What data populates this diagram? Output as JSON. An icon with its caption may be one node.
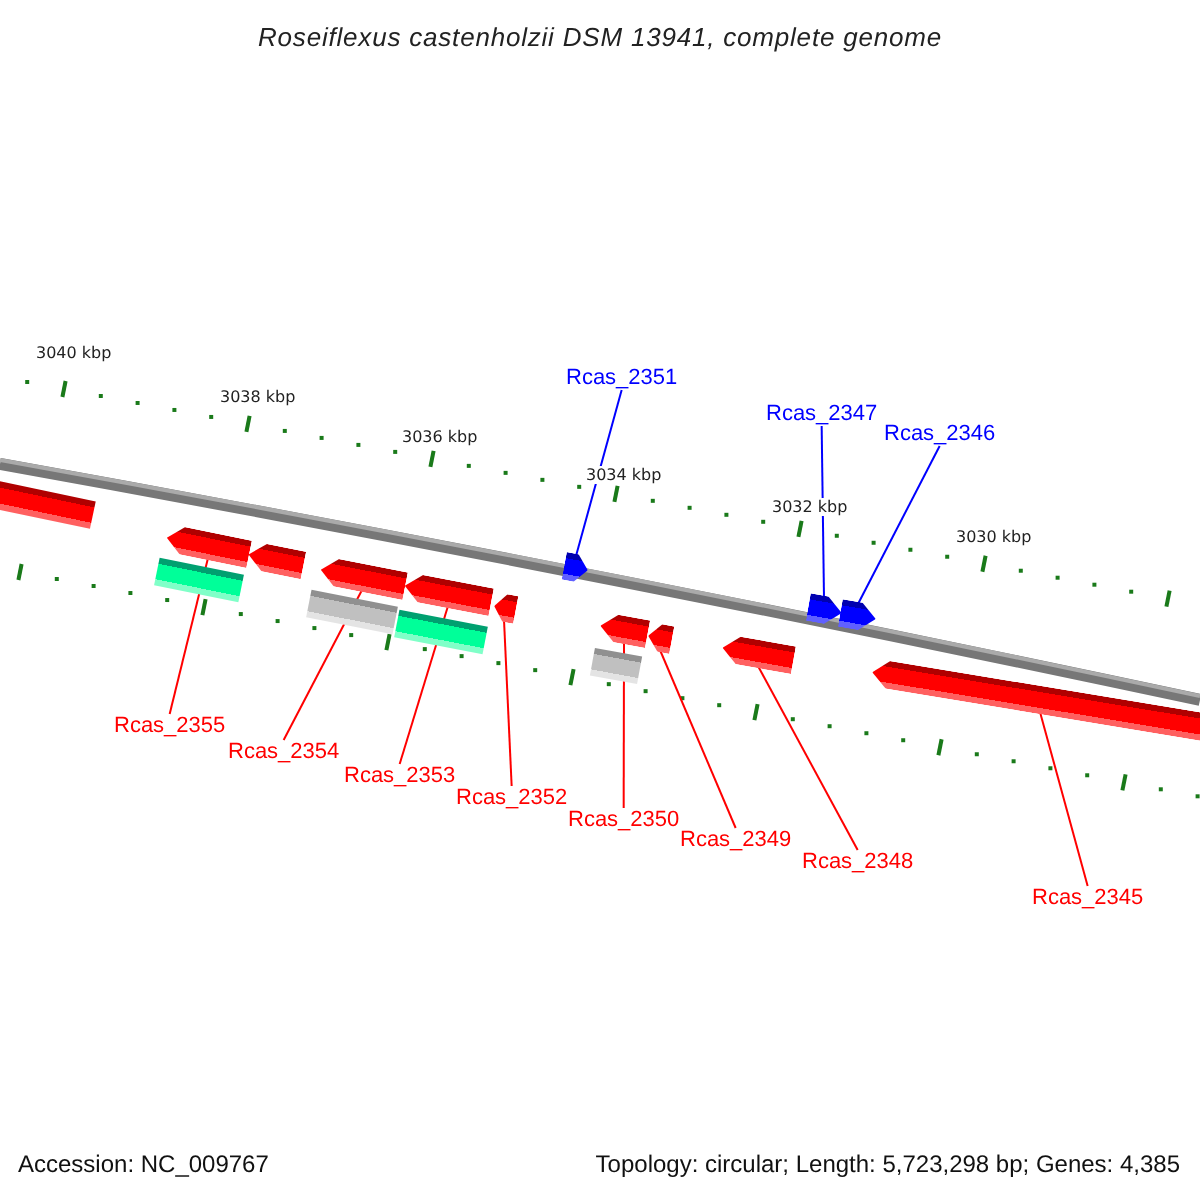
{
  "diagram": {
    "title": "Roseiflexus castenholzii DSM 13941, complete genome",
    "nodes": [
      {
        "text": [
          "Rcas_2351"
        ]
      },
      {
        "text": [
          "Rcas_2347"
        ]
      },
      {
        "text": [
          "Rcas_2346"
        ]
      },
      {
        "text": [
          "Rcas_2355"
        ]
      },
      {
        "text": [
          "Rcas_2354"
        ]
      },
      {
        "text": [
          "Rcas_2353"
        ]
      },
      {
        "text": [
          "Rcas_2352"
        ]
      },
      {
        "text": [
          "Rcas_2350"
        ]
      },
      {
        "text": [
          "Rcas_2349"
        ]
      },
      {
        "text": [
          "Rcas_2348"
        ]
      },
      {
        "text": [
          "Rcas_2345"
        ]
      },
      {
        "text": [],
        "shape": "bar"
      },
      {
        "text": [],
        "shape": "bar"
      },
      {
        "text": [],
        "shape": "arrow"
      },
      {
        "text": [],
        "shape": "arrow"
      },
      {
        "text": [],
        "shape": "bar"
      },
      {
        "text": [],
        "shape": "arrow"
      },
      {
        "text": [],
        "shape": "bar"
      },
      {
        "text": [],
        "shape": "arrow"
      },
      {
        "text": [],
        "shape": "arrow"
      },
      {
        "text": [],
        "shape": "arrow"
      },
      {
        "text": [],
        "shape": "bar"
      },
      {
        "text": [],
        "shape": "arrow"
      },
      {
        "text": [],
        "shape": "arrow"
      },
      {
        "text": [],
        "shape": "arrow"
      },
      {
        "text": [],
        "shape": "arrow"
      },
      {
        "text": [],
        "shape": "arrow"
      },
      {
        "text": [],
        "shape": "arrow"
      }
    ],
    "edges": [
      {
        "from": 0,
        "to": 20,
        "arrow": "none",
        "color": "#0000ff"
      },
      {
        "from": 1,
        "to": 25,
        "arrow": "none",
        "color": "#0000ff"
      },
      {
        "from": 2,
        "to": 26,
        "arrow": "none",
        "color": "#0000ff"
      },
      {
        "from": 3,
        "to": 13,
        "arrow": "none"
      },
      {
        "from": 4,
        "to": 16,
        "arrow": "none"
      },
      {
        "from": 5,
        "to": 18,
        "arrow": "none"
      },
      {
        "from": 6,
        "to": 19,
        "arrow": "none"
      },
      {
        "from": 7,
        "to": 22,
        "arrow": "none"
      },
      {
        "from": 8,
        "to": 23,
        "arrow": "none"
      },
      {
        "from": 9,
        "to": 24,
        "arrow": "none"
      },
      {
        "from": 10,
        "to": 27,
        "arrow": "none"
      }
    ],
    "labels": [
      "3040 kbp",
      "3038 kbp",
      "3036 kbp",
      "3034 kbp",
      "3032 kbp",
      "3030 kbp",
      "Accession: NC_009767",
      "Topology: circular; Length: 5,723,298 bp; Genes: 4,385"
    ]
  }
}
